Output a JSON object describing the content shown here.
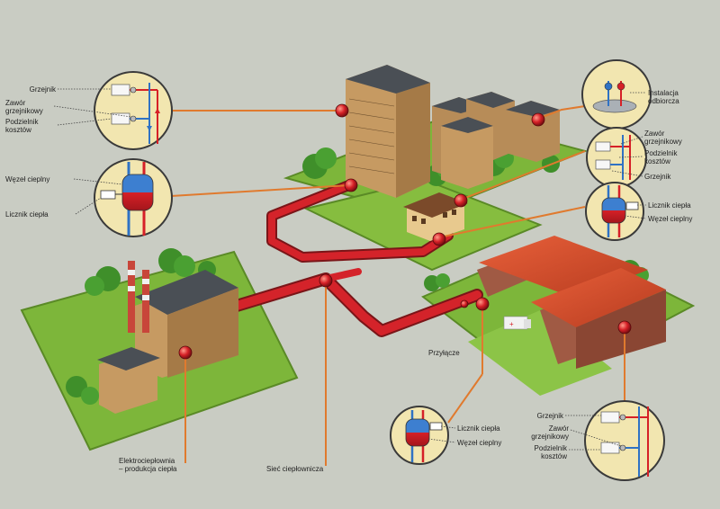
{
  "colors": {
    "background": "#c9ccc3",
    "pipe": "#d4232a",
    "callout_line": "#e07a2e",
    "grass": "#7db63a",
    "grass_edge": "#5a8a26",
    "circle_fill": "#f2e6b0",
    "circle_stroke": "#3a3a3a",
    "marker": "#d62027",
    "supply": "#d62027",
    "return": "#2f72c4"
  },
  "labels": {
    "tl_grzejnik": "Grzejnik",
    "tl_zawor": "Zawór\ngrzejnikowy",
    "tl_podzielnik": "Podzielnik\nkosztów",
    "ml_wezel": "Węzeł cieplny",
    "ml_licznik": "Licznik ciepła",
    "tr_instalacja": "Instalacja\nodbiorcza",
    "r2_zawor": "Zawór\ngrzejnikowy",
    "r2_podzielnik": "Podzielnik\nkosztów",
    "r2_grzejnik": "Grzejnik",
    "r3_licznik": "Licznik ciepła",
    "r3_wezel": "Węzeł cieplny",
    "przylacze": "Przyłącze",
    "bc_licznik": "Licznik ciepła",
    "bc_wezel": "Węzeł cieplny",
    "br_grzejnik": "Grzejnik",
    "br_zawor": "Zawór\ngrzejnikowy",
    "br_podzielnik": "Podzielnik\nkosztów",
    "elektro": "Elektrociepłownia\n– produkcja ciepła",
    "siec": "Sieć ciepłownicza"
  }
}
